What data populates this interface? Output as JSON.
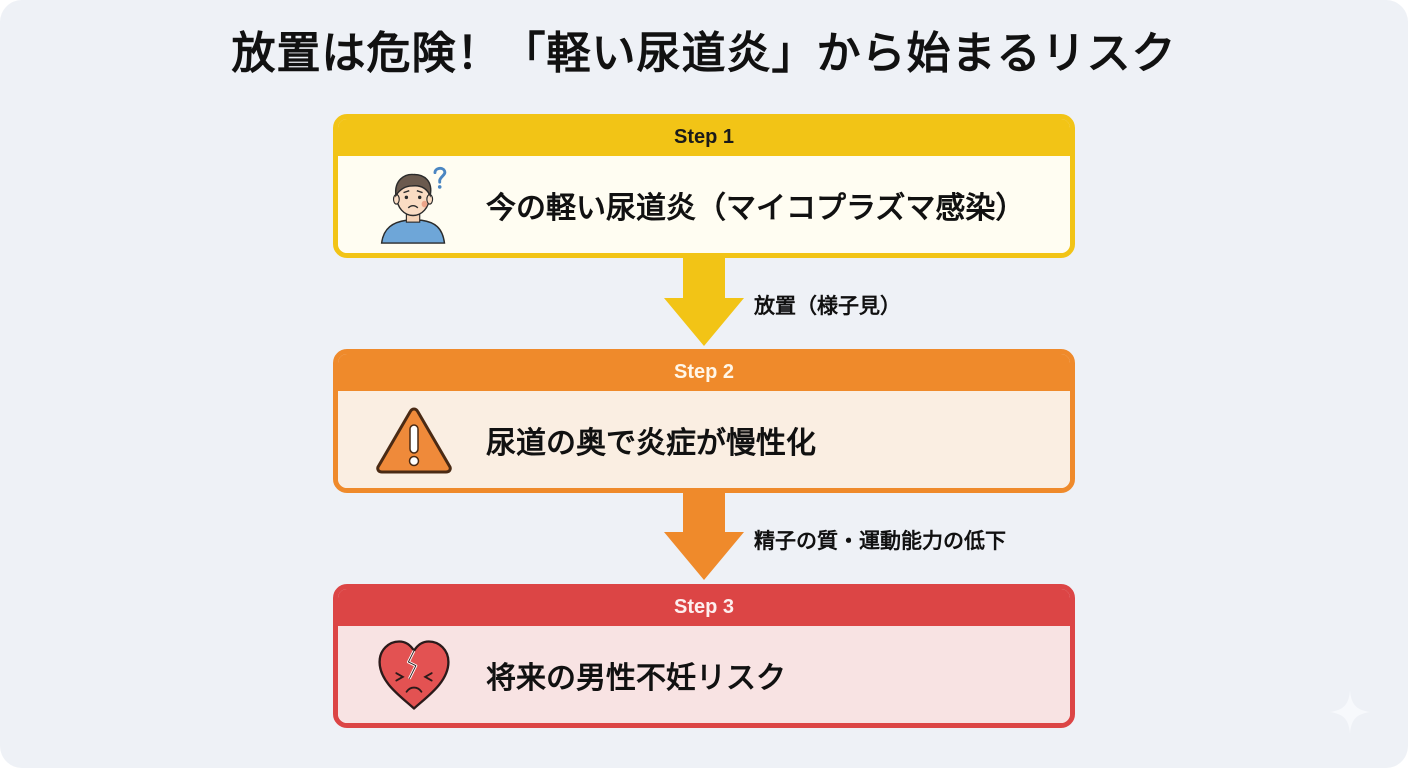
{
  "title": "放置は危険！「軽い尿道炎」から始まるリスク",
  "colors": {
    "background": "#eef1f6",
    "step1": "#f2c416",
    "step2": "#ef8a2b",
    "step3": "#dc4545"
  },
  "steps": [
    {
      "header": "Step 1",
      "text": "今の軽い尿道炎（マイコプラズマ感染）",
      "icon": "worried-man-icon"
    },
    {
      "header": "Step 2",
      "text": "尿道の奥で炎症が慢性化",
      "icon": "warning-triangle-icon"
    },
    {
      "header": "Step 3",
      "text": "将来の男性不妊リスク",
      "icon": "broken-heart-icon"
    }
  ],
  "transitions": [
    {
      "label": "放置（様子見）",
      "icon": "arrow-down-icon"
    },
    {
      "label": "精子の質・運動能力の低下",
      "icon": "arrow-down-icon"
    }
  ],
  "watermark": {
    "icon": "sparkle-icon"
  }
}
